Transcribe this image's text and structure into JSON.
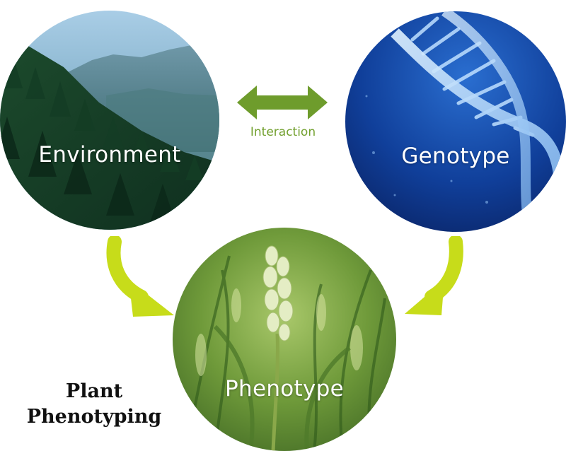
{
  "diagram": {
    "environment": {
      "label": "Environment"
    },
    "genotype": {
      "label": "Genotype"
    },
    "phenotype": {
      "label": "Phenotype"
    },
    "interaction": {
      "label": "Interaction"
    },
    "title": {
      "line1": "Plant",
      "line2": "Phenotyping"
    }
  },
  "colors": {
    "interaction_arrow": "#6e9c2c",
    "flow_arrow": "#c7dc1a",
    "title_text": "#111111"
  }
}
